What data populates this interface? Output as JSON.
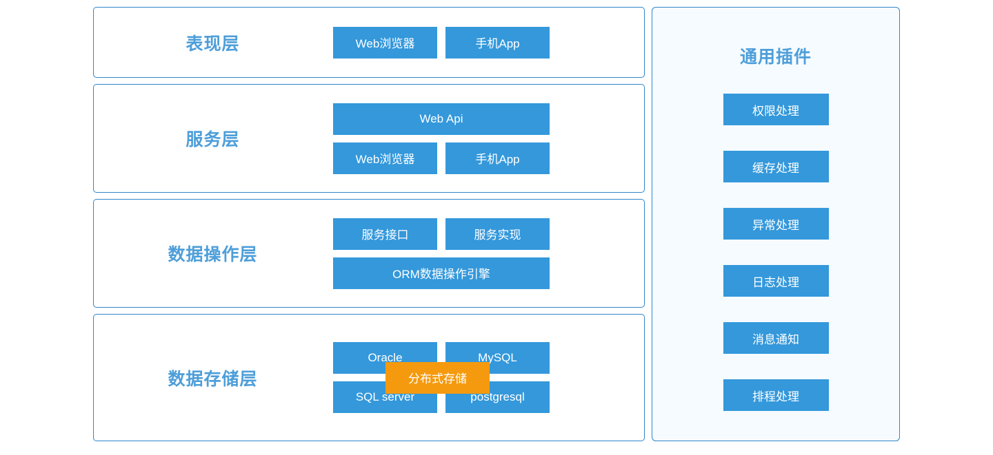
{
  "theme": {
    "box_blue": "#3498db",
    "title_blue": "#4d9ed9",
    "border_blue": "#2e86c8",
    "highlight_orange": "#f59a0e",
    "panel_tint": "#f5fbff",
    "page_background": "#ffffff"
  },
  "layers": [
    {
      "id": "presentation",
      "title": "表现层",
      "rows": [
        {
          "boxes": [
            {
              "label": "Web浏览器",
              "wide": false
            },
            {
              "label": "手机App",
              "wide": false
            }
          ]
        }
      ]
    },
    {
      "id": "service",
      "title": "服务层",
      "rows": [
        {
          "boxes": [
            {
              "label": "Web Api",
              "wide": true
            }
          ]
        },
        {
          "boxes": [
            {
              "label": "Web浏览器",
              "wide": false
            },
            {
              "label": "手机App",
              "wide": false
            }
          ]
        }
      ]
    },
    {
      "id": "data-operation",
      "title": "数据操作层",
      "rows": [
        {
          "boxes": [
            {
              "label": "服务接口",
              "wide": false
            },
            {
              "label": "服务实现",
              "wide": false
            }
          ]
        },
        {
          "boxes": [
            {
              "label": "ORM数据操作引擎",
              "wide": true
            }
          ]
        }
      ]
    },
    {
      "id": "data-storage",
      "title": "数据存储层",
      "rows": [
        {
          "boxes": [
            {
              "label": "Oracle",
              "wide": false
            },
            {
              "label": "MySQL",
              "wide": false
            }
          ]
        },
        {
          "boxes": [
            {
              "label": "SQL server",
              "wide": false
            },
            {
              "label": "postgresql",
              "wide": false
            }
          ]
        }
      ],
      "overlay": {
        "label": "分布式存储"
      }
    }
  ],
  "plugins": {
    "title": "通用插件",
    "items": [
      {
        "label": "权限处理"
      },
      {
        "label": "缓存处理"
      },
      {
        "label": "异常处理"
      },
      {
        "label": "日志处理"
      },
      {
        "label": "消息通知"
      },
      {
        "label": "排程处理"
      }
    ]
  }
}
